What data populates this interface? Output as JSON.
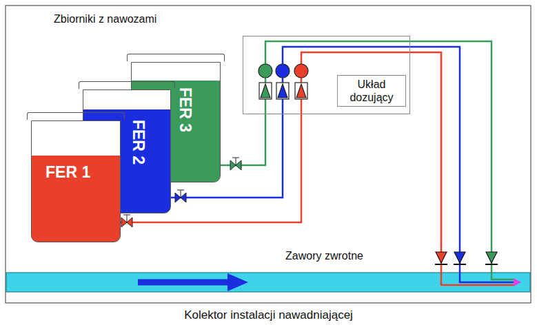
{
  "diagram": {
    "caption": "Kolektor instalacji nawadniającej",
    "nodes": [
      {
        "text": [
          "FER 1"
        ]
      },
      {
        "text": [
          "FER 2"
        ]
      },
      {
        "text": [
          "FER 3"
        ]
      },
      {
        "text": [
          "Układ dozujący"
        ]
      }
    ],
    "edges": [
      {
        "from": 0,
        "to": 3,
        "arrow": "none"
      },
      {
        "from": 1,
        "to": 3,
        "arrow": "none"
      },
      {
        "from": 2,
        "to": 3,
        "arrow": "none"
      }
    ],
    "labels": [
      "Zbiorniki z nawozami",
      "Zawory zwrotne"
    ]
  }
}
